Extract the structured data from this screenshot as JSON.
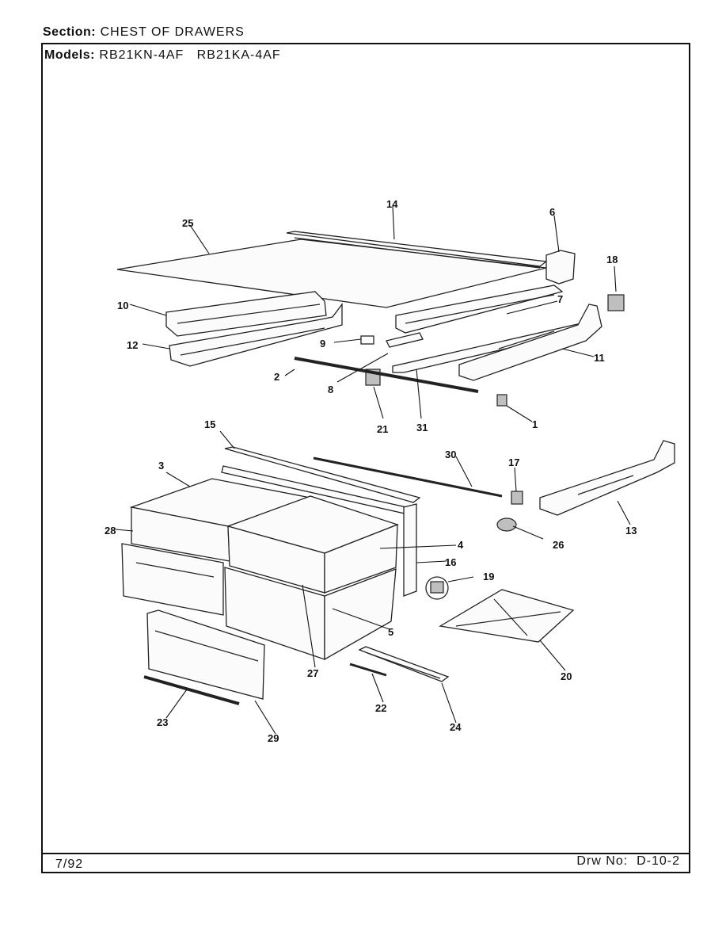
{
  "header": {
    "section_label": "Section:",
    "section_value": "CHEST OF DRAWERS",
    "models_label": "Models:",
    "models_value": "RB21KN-4AF   RB21KA-4AF"
  },
  "footer": {
    "date": "7/92",
    "drawing_number": "Drw No:  D-10-2"
  },
  "callouts": {
    "c1": "1",
    "c2": "2",
    "c3": "3",
    "c4": "4",
    "c5": "5",
    "c6": "6",
    "c7": "7",
    "c8": "8",
    "c9": "9",
    "c10": "10",
    "c11": "11",
    "c12": "12",
    "c13": "13",
    "c14": "14",
    "c15": "15",
    "c16": "16",
    "c17": "17",
    "c18": "18",
    "c19": "19",
    "c20": "20",
    "c21": "21",
    "c22": "22",
    "c23": "23",
    "c24": "24",
    "c25": "25",
    "c26": "26",
    "c27": "27",
    "c28": "28",
    "c29": "29",
    "c30": "30",
    "c31": "31"
  }
}
